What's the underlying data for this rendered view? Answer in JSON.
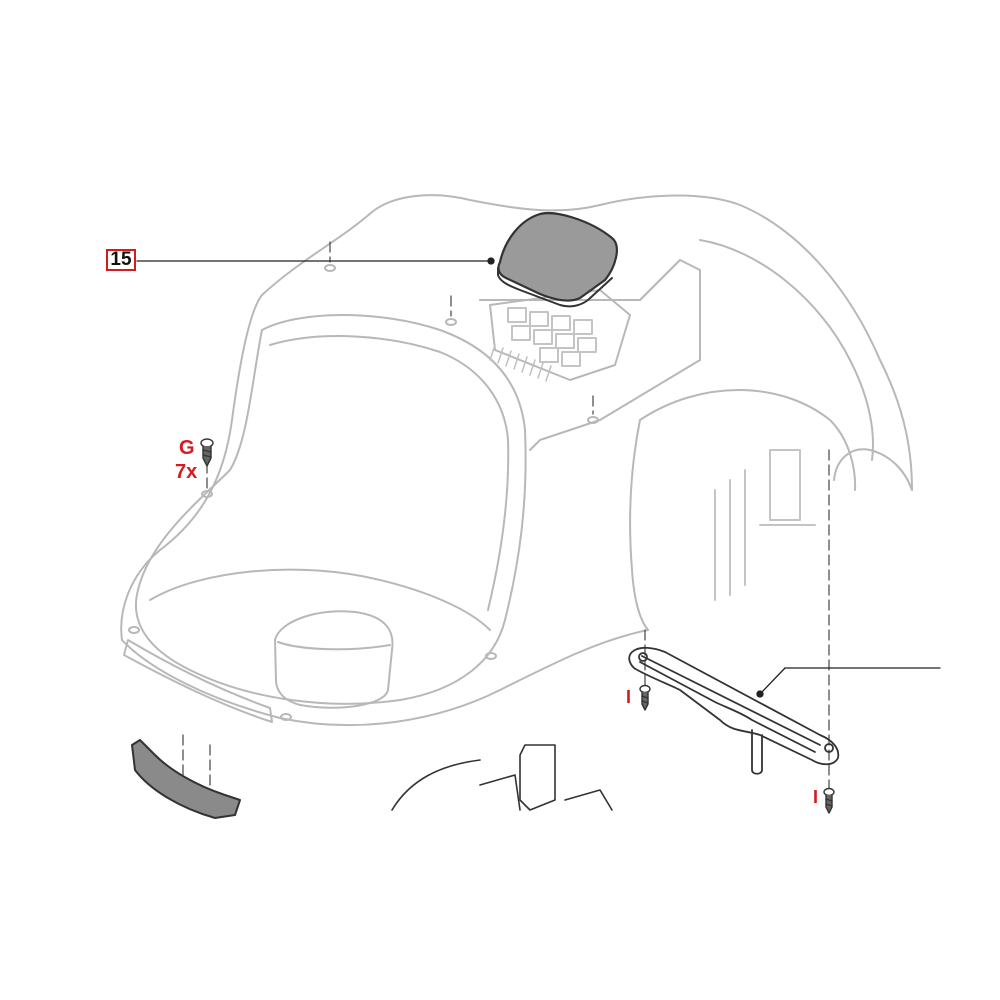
{
  "callouts": {
    "part_number": "15"
  },
  "fastener_labels": {
    "screw_g_letter": "G",
    "screw_g_qty": "7x",
    "screw_i_left": "I",
    "screw_i_right": "I"
  },
  "colors": {
    "line": "#b8b8b8",
    "dark_line": "#333333",
    "highlight_fill": "#9a9a9a",
    "accent_red": "#d71920"
  },
  "icons": {
    "screw": "screw-icon"
  }
}
